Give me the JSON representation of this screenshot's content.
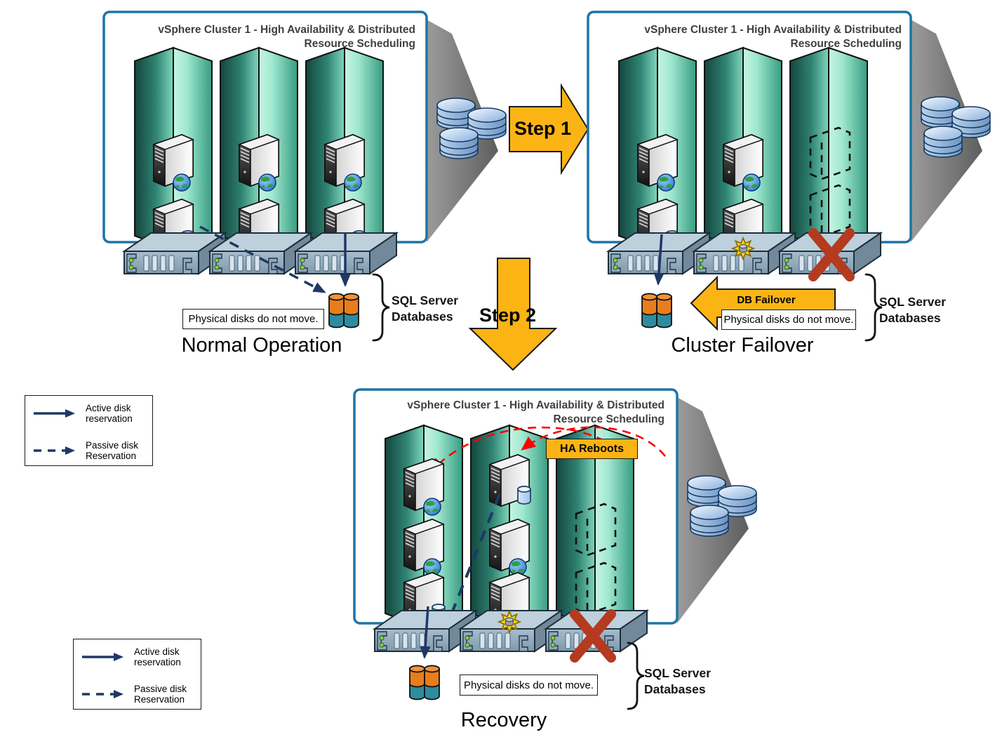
{
  "title": {
    "line1": "vSphere Cluster 1 - High Availability & Distributed",
    "line2": "Resource Scheduling"
  },
  "panels": {
    "normal": {
      "caption": "Normal Operation",
      "note": "Physical disks do not move."
    },
    "failover": {
      "caption": "Cluster Failover",
      "note": "Physical disks do not move.",
      "db_failover": "DB Failover"
    },
    "recovery": {
      "caption": "Recovery",
      "note": "Physical disks do not move.",
      "ha_reboots": "HA Reboots"
    }
  },
  "sql_label": {
    "line1": "SQL Server",
    "line2": "Databases"
  },
  "steps": {
    "step1": "Step 1",
    "step2": "Step 2"
  },
  "legend": {
    "active_line1": "Active disk",
    "active_line2": "reservation",
    "passive_line1": "Passive disk",
    "passive_line2": "Reservation"
  },
  "colors": {
    "panel_border": "#1E74A6",
    "arrow_orange": "#FBB414",
    "navy": "#1F3864",
    "alert_red": "#FF0000",
    "x_red": "#B43A20",
    "cylinder_orange": "#E87D1E",
    "cylinder_teal": "#2E8C9E",
    "pillar_dark": "#14463E",
    "pillar_light": "#C8F4E2"
  }
}
